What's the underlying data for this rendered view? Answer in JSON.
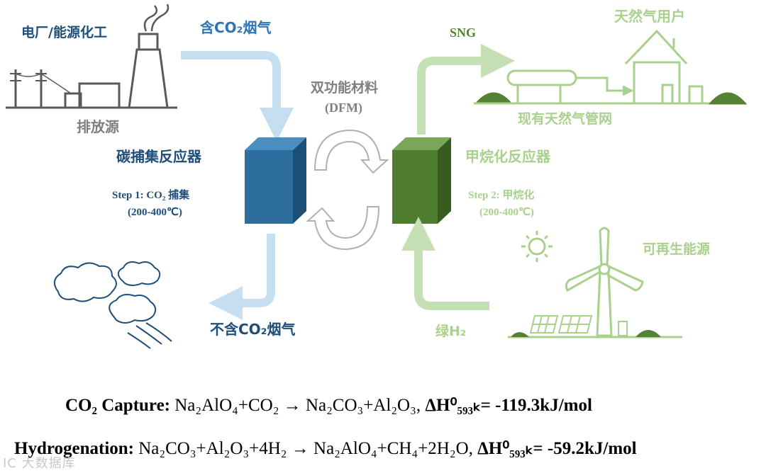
{
  "labels": {
    "plant": "电厂/能源化工",
    "emission_source": "排放源",
    "flue_in": "含CO₂烟气",
    "capture_reactor": "碳捕集反应器",
    "step1_line1": "Step 1: CO₂ 捕集",
    "step1_line2": "(200-400℃)",
    "flue_out": "不含CO₂烟气",
    "dfm_line1": "双功能材料",
    "dfm_line2": "(DFM)",
    "sng": "SNG",
    "gas_users": "天然气用户",
    "pipeline": "现有天然气管网",
    "methanation_reactor": "甲烷化反应器",
    "step2_line1": "Step 2: 甲烷化",
    "step2_line2": "(200-400℃)",
    "renewable": "可再生能源",
    "green_h2": "绿H₂"
  },
  "equations": {
    "capture": {
      "name": "CO₂ Capture:",
      "reaction": "Na₂AlO₄+CO₂ → Na₂CO₃+Al₂O₃,",
      "dh_symbol": "ΔH⁰₅₉₃ₖ",
      "dh_value": "= -119.3kJ/mol"
    },
    "hydrogenation": {
      "name": "Hydrogenation:",
      "reaction": "Na₂CO₃+Al₂O₃+4H₂ → Na₂AlO₄+CH₄+2H₂O,",
      "dh_symbol": "ΔH⁰₅₉₃ₖ",
      "dh_value": "= -59.2kJ/mol"
    }
  },
  "watermark": "IC 大数据库",
  "colors": {
    "capture_blue": "#2e6e9e",
    "methanation_green": "#4e7d2f",
    "light_blue": "#c5dff0",
    "light_green": "#c5e0b4",
    "label_green": "#a9d18e",
    "dark_blue_text": "#1f4e79"
  }
}
